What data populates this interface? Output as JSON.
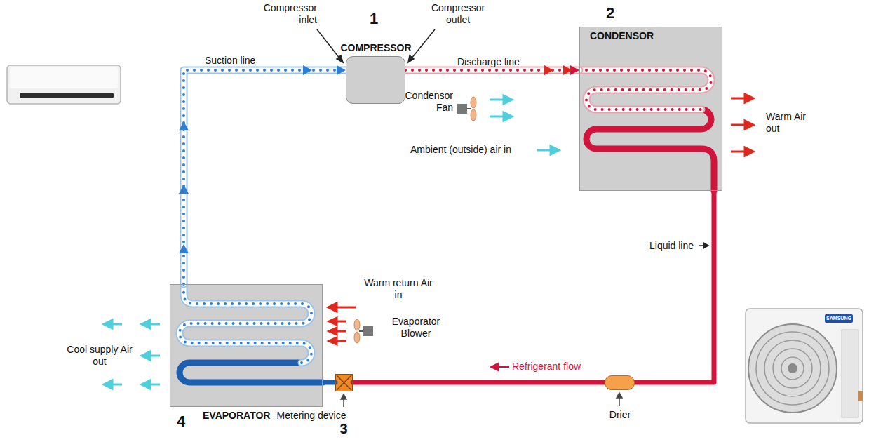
{
  "diagram": {
    "nodes": [
      {
        "text": [
          "COMPRESSOR"
        ]
      },
      {
        "text": [
          "CONDENSOR"
        ]
      },
      {
        "text": [
          "EVAPORATOR"
        ]
      },
      {
        "text": [
          "Metering device"
        ]
      },
      {
        "text": [
          "Drier"
        ]
      }
    ],
    "edges": [
      {
        "from": 0,
        "to": 1,
        "arrow": "to",
        "label": "Discharge line"
      },
      {
        "from": 1,
        "to": 4,
        "arrow": "none"
      },
      {
        "from": 4,
        "to": 3,
        "arrow": "none",
        "label": "Refrigerant flow"
      },
      {
        "from": 3,
        "to": 2,
        "arrow": "none"
      },
      {
        "from": 2,
        "to": 0,
        "arrow": "to",
        "label": "Suction line"
      }
    ],
    "labels": [
      "Compressor inlet",
      "1",
      "Compressor outlet",
      "2",
      "Condensor Fan",
      "Ambient (outside) air in",
      "Warm Air out",
      "Liquid line",
      "Warm return Air in",
      "Evaporator Blower",
      "Cool supply Air out",
      "4",
      "3",
      "SAMSUNG"
    ]
  }
}
